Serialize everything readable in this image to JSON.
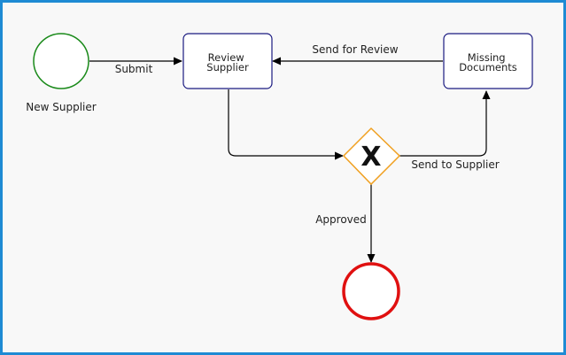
{
  "diagram": {
    "colors": {
      "frame_border": "#1e8bd4",
      "start_event": "#1a8a1a",
      "end_event": "#e01010",
      "task_border": "#1a1a80",
      "gateway_border": "#f0a020",
      "connector": "#000000"
    },
    "start_event": {
      "label": "New Supplier"
    },
    "end_event": {
      "label": ""
    },
    "tasks": {
      "review": {
        "line1": "Review",
        "line2": "Supplier"
      },
      "missing": {
        "line1": "Missing",
        "line2": "Documents"
      }
    },
    "gateway": {
      "symbol": "X",
      "type": "exclusive"
    },
    "flows": {
      "submit": "Submit",
      "send_for_review": "Send for Review",
      "send_to_supplier": "Send to Supplier",
      "approved": "Approved"
    }
  }
}
